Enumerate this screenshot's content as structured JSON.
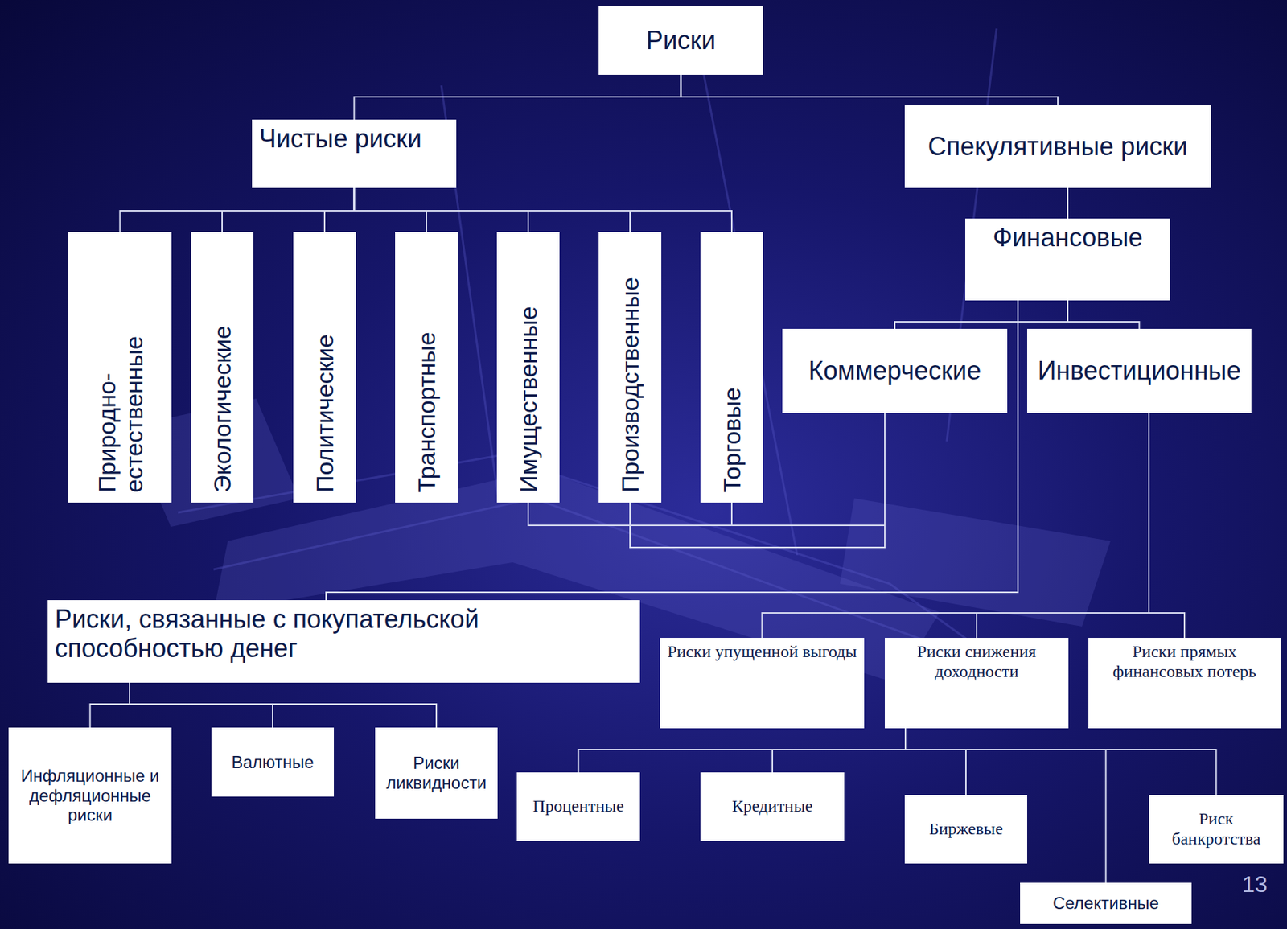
{
  "diagram": {
    "nodes": [
      {
        "text": [
          "Риски"
        ]
      },
      {
        "text": [
          "Чистые риски"
        ]
      },
      {
        "text": [
          "Спекулятивные риски"
        ]
      },
      {
        "text": [
          "Природно-естественные"
        ]
      },
      {
        "text": [
          "Экологические"
        ]
      },
      {
        "text": [
          "Политические"
        ]
      },
      {
        "text": [
          "Транспортные"
        ]
      },
      {
        "text": [
          "Имущественные"
        ]
      },
      {
        "text": [
          "Производственные"
        ]
      },
      {
        "text": [
          "Торговые"
        ]
      },
      {
        "text": [
          "Финансовые"
        ]
      },
      {
        "text": [
          "Коммерческие"
        ]
      },
      {
        "text": [
          "Инвестиционные"
        ]
      },
      {
        "text": [
          "Риски, связанные с покупательской способностью денег"
        ]
      },
      {
        "text": [
          "Риски упущенной выгоды"
        ]
      },
      {
        "text": [
          "Риски снижения доходности"
        ]
      },
      {
        "text": [
          "Риски прямых финансовых потерь"
        ]
      },
      {
        "text": [
          "Инфляционные и дефляционные риски"
        ]
      },
      {
        "text": [
          "Валютные"
        ]
      },
      {
        "text": [
          "Риски ликвидности"
        ]
      },
      {
        "text": [
          "Процентные"
        ]
      },
      {
        "text": [
          "Кредитные"
        ]
      },
      {
        "text": [
          "Биржевые"
        ]
      },
      {
        "text": [
          "Риск банкротства"
        ]
      },
      {
        "text": [
          "Селективные"
        ]
      }
    ],
    "edges": [
      {
        "from": 0,
        "to": 1,
        "arrow": "none"
      },
      {
        "from": 0,
        "to": 2,
        "arrow": "none"
      },
      {
        "from": 1,
        "to": 3,
        "arrow": "none"
      },
      {
        "from": 1,
        "to": 4,
        "arrow": "none"
      },
      {
        "from": 1,
        "to": 5,
        "arrow": "none"
      },
      {
        "from": 1,
        "to": 6,
        "arrow": "none"
      },
      {
        "from": 1,
        "to": 7,
        "arrow": "none"
      },
      {
        "from": 1,
        "to": 8,
        "arrow": "none"
      },
      {
        "from": 1,
        "to": 9,
        "arrow": "none"
      },
      {
        "from": 2,
        "to": 10,
        "arrow": "none"
      },
      {
        "from": 10,
        "to": 11,
        "arrow": "none"
      },
      {
        "from": 10,
        "to": 12,
        "arrow": "none"
      },
      {
        "from": 10,
        "to": 13,
        "arrow": "none"
      },
      {
        "from": 11,
        "to": 7,
        "arrow": "none"
      },
      {
        "from": 11,
        "to": 8,
        "arrow": "none"
      },
      {
        "from": 11,
        "to": 9,
        "arrow": "none"
      },
      {
        "from": 12,
        "to": 14,
        "arrow": "none"
      },
      {
        "from": 12,
        "to": 15,
        "arrow": "none"
      },
      {
        "from": 12,
        "to": 16,
        "arrow": "none"
      },
      {
        "from": 13,
        "to": 17,
        "arrow": "none"
      },
      {
        "from": 13,
        "to": 18,
        "arrow": "none"
      },
      {
        "from": 13,
        "to": 19,
        "arrow": "none"
      },
      {
        "from": 15,
        "to": 20,
        "arrow": "none"
      },
      {
        "from": 15,
        "to": 21,
        "arrow": "none"
      },
      {
        "from": 15,
        "to": 22,
        "arrow": "none"
      },
      {
        "from": 15,
        "to": 23,
        "arrow": "none"
      },
      {
        "from": 15,
        "to": 24,
        "arrow": "none"
      }
    ],
    "labels": [
      "13"
    ]
  }
}
